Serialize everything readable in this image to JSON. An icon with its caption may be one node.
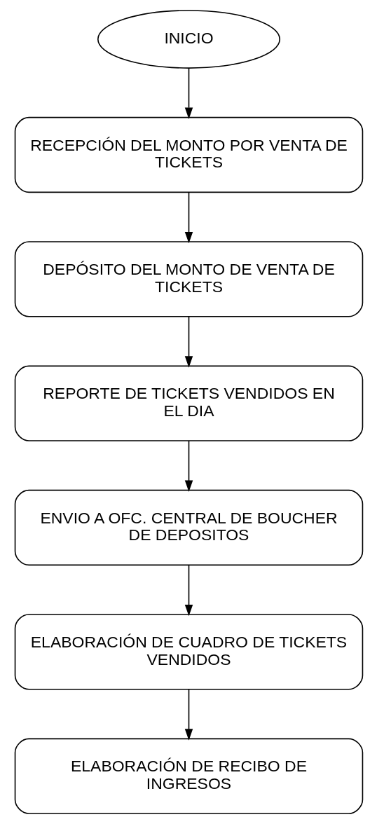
{
  "diagram": {
    "nodes": [
      {
        "text": [
          "INICIO"
        ]
      },
      {
        "text": [
          "RECEPCIÓN DEL MONTO POR VENTA DE TICKETS"
        ]
      },
      {
        "text": [
          "DEPÓSITO DEL MONTO DE VENTA DE TICKETS"
        ]
      },
      {
        "text": [
          "REPORTE DE TICKETS VENDIDOS EN EL DIA"
        ]
      },
      {
        "text": [
          "ENVIO A OFC. CENTRAL DE BOUCHER DE DEPOSITOS"
        ]
      },
      {
        "text": [
          "ELABORACIÓN DE CUADRO DE TICKETS VENDIDOS"
        ]
      },
      {
        "text": [
          "ELABORACIÓN DE RECIBO DE INGRESOS"
        ]
      }
    ],
    "edges": [
      {
        "from": 0,
        "to": 1,
        "arrow": "to"
      },
      {
        "from": 1,
        "to": 2,
        "arrow": "to"
      },
      {
        "from": 2,
        "to": 3,
        "arrow": "to"
      },
      {
        "from": 3,
        "to": 4,
        "arrow": "to"
      },
      {
        "from": 4,
        "to": 5,
        "arrow": "to"
      },
      {
        "from": 5,
        "to": 6,
        "arrow": "to"
      }
    ]
  }
}
